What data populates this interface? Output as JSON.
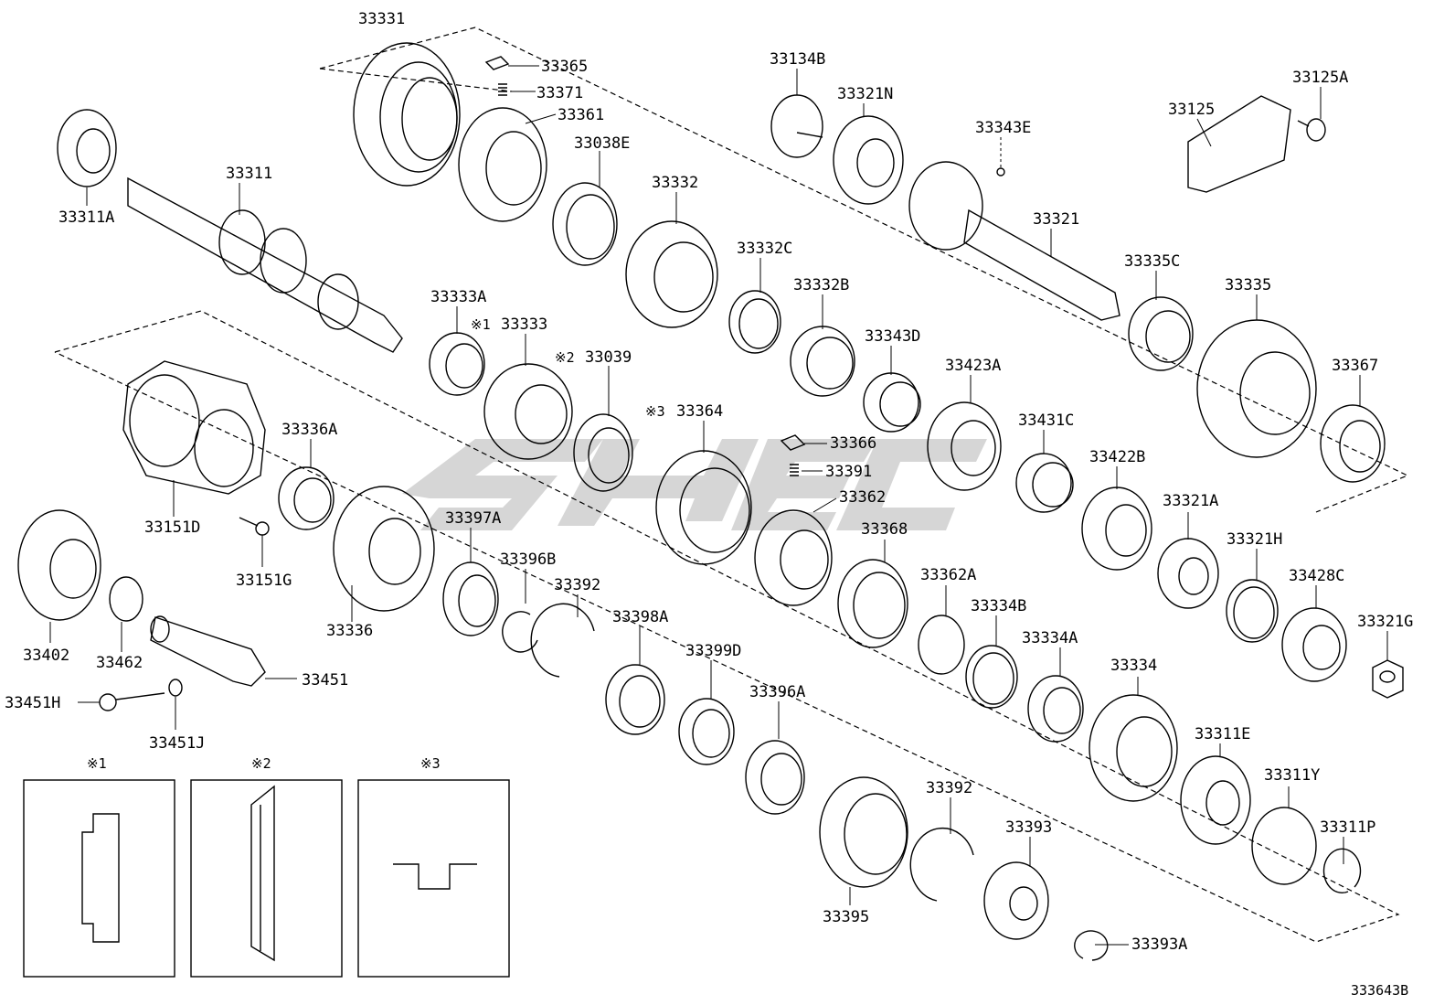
{
  "diagram_code": "333643B",
  "inset_marks": [
    "※1",
    "※2",
    "※3"
  ],
  "labels": {
    "p33331": "33331",
    "p33365": "33365",
    "p33371": "33371",
    "p33361": "33361",
    "p33038E": "33038E",
    "p33311A": "33311A",
    "p33311": "33311",
    "p33332": "33332",
    "p33332C": "33332C",
    "p33332B": "33332B",
    "p33333A": "33333A",
    "p33333": "33333",
    "p33039": "33039",
    "p33364": "33364",
    "p33134B": "33134B",
    "p33321N": "33321N",
    "p33343E": "33343E",
    "p33125": "33125",
    "p33125A": "33125A",
    "p33321": "33321",
    "p33335C": "33335C",
    "p33335": "33335",
    "p33367": "33367",
    "p33343D": "33343D",
    "p33423A": "33423A",
    "p33431C": "33431C",
    "p33366": "33366",
    "p33391": "33391",
    "p33362": "33362",
    "p33368": "33368",
    "p33422B": "33422B",
    "p33321A": "33321A",
    "p33321H": "33321H",
    "p33428C": "33428C",
    "p33321G": "33321G",
    "p33362A": "33362A",
    "p33334B": "33334B",
    "p33334A": "33334A",
    "p33334": "33334",
    "p33311E": "33311E",
    "p33311Y": "33311Y",
    "p33311P": "33311P",
    "p33392a": "33392",
    "p33392b": "33392",
    "p33393": "33393",
    "p33393A": "33393A",
    "p33395": "33395",
    "p33396A": "33396A",
    "p33396B": "33396B",
    "p33398A": "33398A",
    "p33399D": "33399D",
    "p33397A": "33397A",
    "p33336A": "33336A",
    "p33336": "33336",
    "p33151D": "33151D",
    "p33151G": "33151G",
    "p33402": "33402",
    "p33462": "33462",
    "p33451": "33451",
    "p33451H": "33451H",
    "p33451J": "33451J"
  }
}
